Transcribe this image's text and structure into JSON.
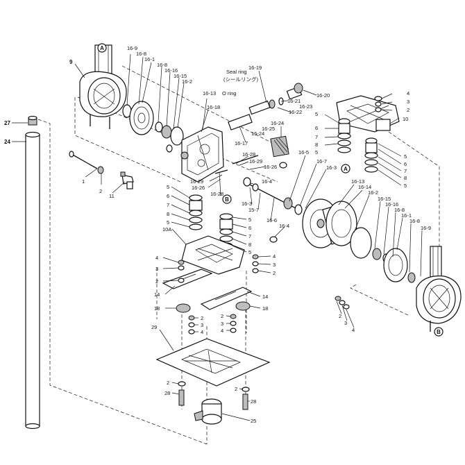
{
  "seal_ring": {
    "en": "Seal ring",
    "jp": "(シールリング)"
  },
  "o_ring": "O ring",
  "circle_markers": [
    "A",
    "B"
  ],
  "labels": {
    "p27": "27",
    "p24": "24",
    "p9": "9",
    "p1": "1",
    "p2a": "2",
    "p11": "11",
    "p16_9a": "16-9",
    "p16_8a": "16-8",
    "p16_1a": "16-1",
    "p16_8b": "16-8",
    "p16_16a": "16-16",
    "p16_15a": "16-15",
    "p16_2a": "16-2",
    "p16_13a": "16-13",
    "p16_18": "16-18",
    "p16_19": "16-19",
    "p16_20": "16-20",
    "p16_21": "16-21",
    "p16_23": "16-23",
    "p16_22": "16-22",
    "p16_24a": "16-24",
    "p16_25": "16-25",
    "p16_24b": "16-24",
    "p16_17": "16-17",
    "p16_28a": "16-28",
    "p16_29a": "16-29",
    "p16_26a": "16-26",
    "p16_5": "16-5",
    "p16_7": "16-7",
    "p16_3a": "16-3",
    "p16_29b": "16-29",
    "p16_26b": "16-26",
    "p16_28b": "16-28",
    "p16_4a": "16-4",
    "p16_3b": "16-3",
    "p15_7": "15-7",
    "p16_6": "16-6",
    "p16_4b": "16-4",
    "p16_13b": "16-13",
    "p16_14": "16-14",
    "p16_2b": "16-2",
    "p16_15b": "16-15",
    "p16_16b": "16-16",
    "p16_8c": "16-8",
    "p16_1b": "16-1",
    "p16_8d": "16-8",
    "p16_9b": "16-9",
    "p4a": "4",
    "p3a": "3",
    "p2b": "2",
    "p10": "10",
    "p5a": "5",
    "p6a": "6",
    "p7a": "7",
    "p8a": "8",
    "p5b": "5",
    "p5c": "5",
    "p6b": "6",
    "p7b": "7",
    "p8b": "8",
    "p5d": "5",
    "p5e": "5",
    "p6c": "6",
    "p7c": "7",
    "p8c": "8",
    "p5f": "5",
    "p5g": "5",
    "p6d": "6",
    "p7d": "7",
    "p8d": "8",
    "p5h": "5",
    "p10A": "10A",
    "p4b": "4",
    "p3b": "3",
    "p2c": "2",
    "p4c": "4",
    "p3c": "3",
    "p2d": "2",
    "p14a": "14",
    "p14b": "14",
    "p18a": "18",
    "p18b": "18",
    "p2e": "2",
    "p3d": "3",
    "p4d": "4",
    "p2f": "2",
    "p3e": "3",
    "p4e": "4",
    "p2g": "2",
    "p3f": "3",
    "p4f": "4",
    "p29": "29",
    "p2h": "2",
    "p28a": "28",
    "p2i": "2",
    "p28b": "28",
    "p25": "25"
  }
}
